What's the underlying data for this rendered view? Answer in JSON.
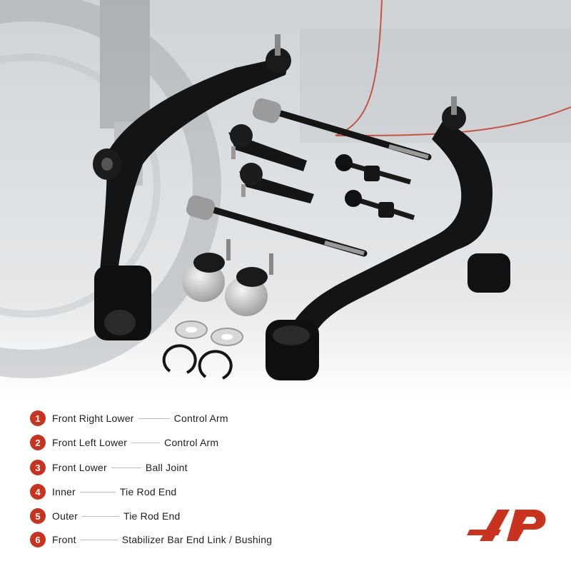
{
  "legend": {
    "items": [
      {
        "num": "1",
        "first": "Front Right Lower",
        "second": "Control Arm"
      },
      {
        "num": "2",
        "first": "Front Left Lower",
        "second": "Control Arm"
      },
      {
        "num": "3",
        "first": "Front Lower",
        "second": "Ball Joint"
      },
      {
        "num": "4",
        "first": "Inner",
        "second": "Tie Rod End"
      },
      {
        "num": "5",
        "first": "Outer",
        "second": "Tie Rod End"
      },
      {
        "num": "6",
        "first": "Front",
        "second": "Stabilizer Bar End Link / Bushing"
      }
    ]
  },
  "colors": {
    "accent": "#c8321e",
    "text": "#1e1e1e",
    "parts": "#111111",
    "background_photo": "#d9dcdf"
  },
  "logo": {
    "name": "brand-logo"
  }
}
